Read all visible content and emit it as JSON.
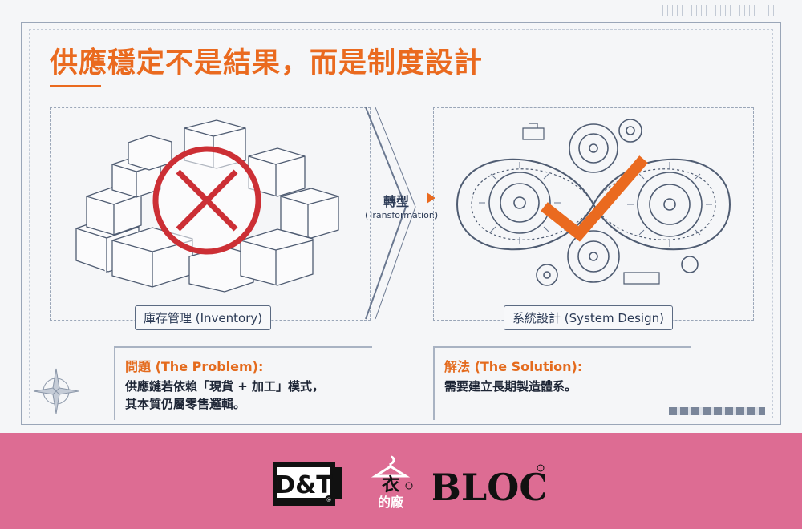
{
  "title": "供應穩定不是結果，而是制度設計",
  "transformation": {
    "label": "轉型",
    "sublabel": "(Transformation)"
  },
  "left_panel": {
    "label": "庫存管理 (Inventory)"
  },
  "right_panel": {
    "label": "系統設計 (System Design)"
  },
  "problem": {
    "heading": "問題 (The Problem):",
    "line1": "供應鏈若依賴「現貨 + 加工」模式，",
    "line2": "其本質仍屬零售邏輯。"
  },
  "solution": {
    "heading": "解法 (The Solution):",
    "line1": "需要建立長期製造體系。"
  },
  "footer": {
    "logos": [
      {
        "name": "D&T",
        "text": "D&T"
      },
      {
        "name": "衣的廠",
        "text_top": "衣",
        "text_bottom": "的廠"
      },
      {
        "name": "BLOC",
        "text": "BLOC"
      }
    ]
  },
  "colors": {
    "accent": "#ea6a1f",
    "footer_bg": "#dd6c93",
    "line": "#2b3a55",
    "cross": "#cc2f35"
  }
}
